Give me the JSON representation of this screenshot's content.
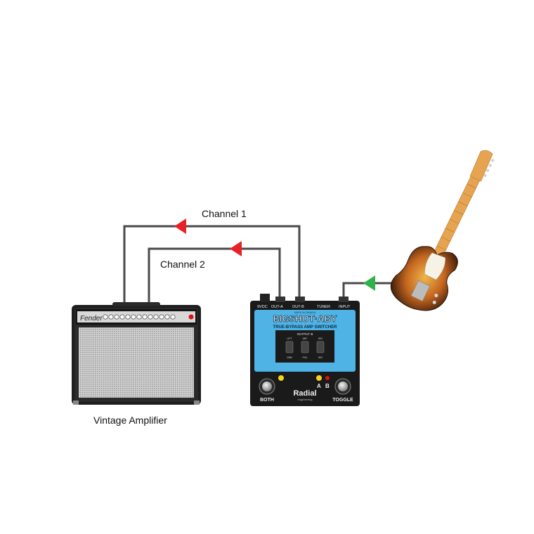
{
  "labels": {
    "channel1": "Channel 1",
    "channel2": "Channel 2",
    "amplifier": "Vintage Amplifier"
  },
  "amp": {
    "brand": "Fender"
  },
  "pedal": {
    "jack_labels": {
      "power": "9VDC",
      "out_a": "OUT-A",
      "out_b": "OUT-B",
      "tuner": "TUNER",
      "input": "INPUT"
    },
    "tagline": "MADE IN CANADA",
    "name": "BIGSHOT·ABY",
    "subtitle": "TRUE-BYPASS AMP SWITCHER",
    "output_b_label": "OUTPUT B",
    "switch_top_labels": [
      "LIFT",
      "180°",
      "ISO"
    ],
    "switch_bottom_labels": [
      "GND",
      "POL",
      "ISO"
    ],
    "led_a": "A",
    "led_b": "B",
    "left_footswitch": "BOTH",
    "right_footswitch": "TOGGLE",
    "logo": "Radial",
    "logo_sub": "engineering"
  },
  "colors": {
    "cable": "#4a4a4a",
    "arrow_red": "#e8202a",
    "arrow_green": "#2fb24a",
    "pedal_blue": "#4fb3e6",
    "guitar_sunburst": "#b5541b",
    "guitar_neck": "#e7a450"
  }
}
